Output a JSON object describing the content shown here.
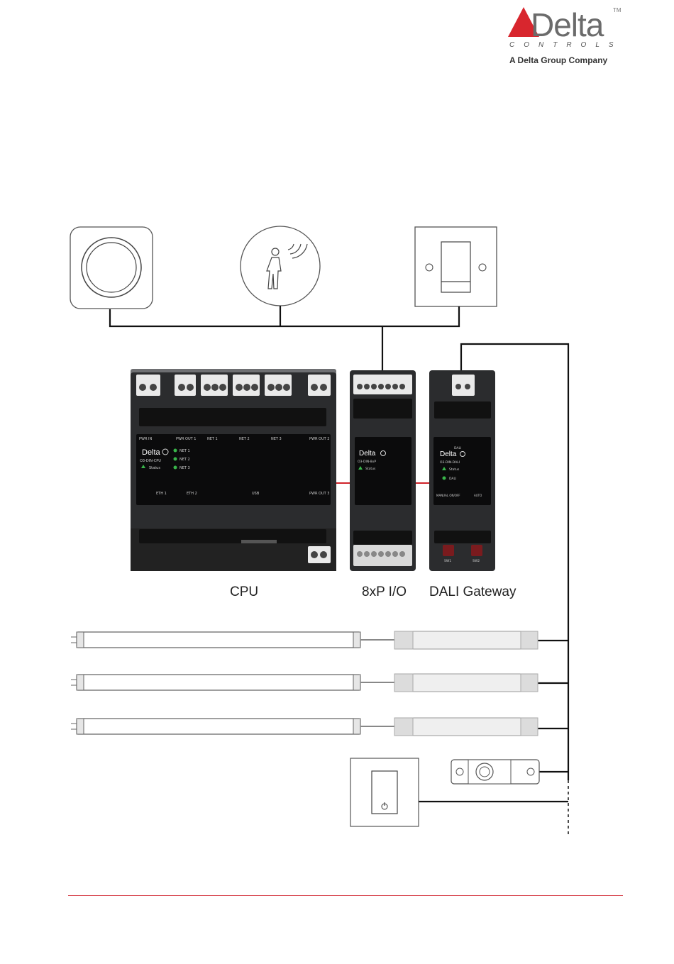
{
  "logo": {
    "wordmark": "Delta",
    "tm": "TM",
    "subline": "CONTROLS",
    "tagline": "A Delta Group Company",
    "colors": {
      "triangle": "#d8262e",
      "text": "#6b6b6b"
    }
  },
  "modules": {
    "cpu": {
      "label": "CPU",
      "brand": "Delta",
      "model": "O3-DIN-CPU",
      "terminals": [
        "PWR IN",
        "PWR OUT 1",
        "NET 1",
        "NET 2",
        "NET 3",
        "PWR OUT 2"
      ],
      "leds": [
        "Status",
        "NET 1",
        "NET 2",
        "NET 3"
      ],
      "ports": [
        "ETH 1",
        "ETH 2",
        "USB"
      ],
      "bottom_terminal": "PWR OUT 3"
    },
    "io": {
      "label": "8xP I/O",
      "brand": "Delta",
      "model": "O3-DIN-8xP",
      "status": "Status"
    },
    "dali": {
      "label": "DALI Gateway",
      "brand": "Delta",
      "model": "O3-DIN-DALI",
      "title": "DALI",
      "leds": [
        "Status",
        "DALI"
      ],
      "bottom_text": [
        "MANUAL ON/OFF",
        "AUTO"
      ],
      "buttons": [
        "SW1",
        "SW2"
      ]
    }
  },
  "colors": {
    "module_body": "#2b2c2e",
    "module_face": "#0b0b0c",
    "wire": "#111111",
    "bus_link": "#d0232a",
    "footer_rule": "#d84a52",
    "led": "#39b54a"
  }
}
